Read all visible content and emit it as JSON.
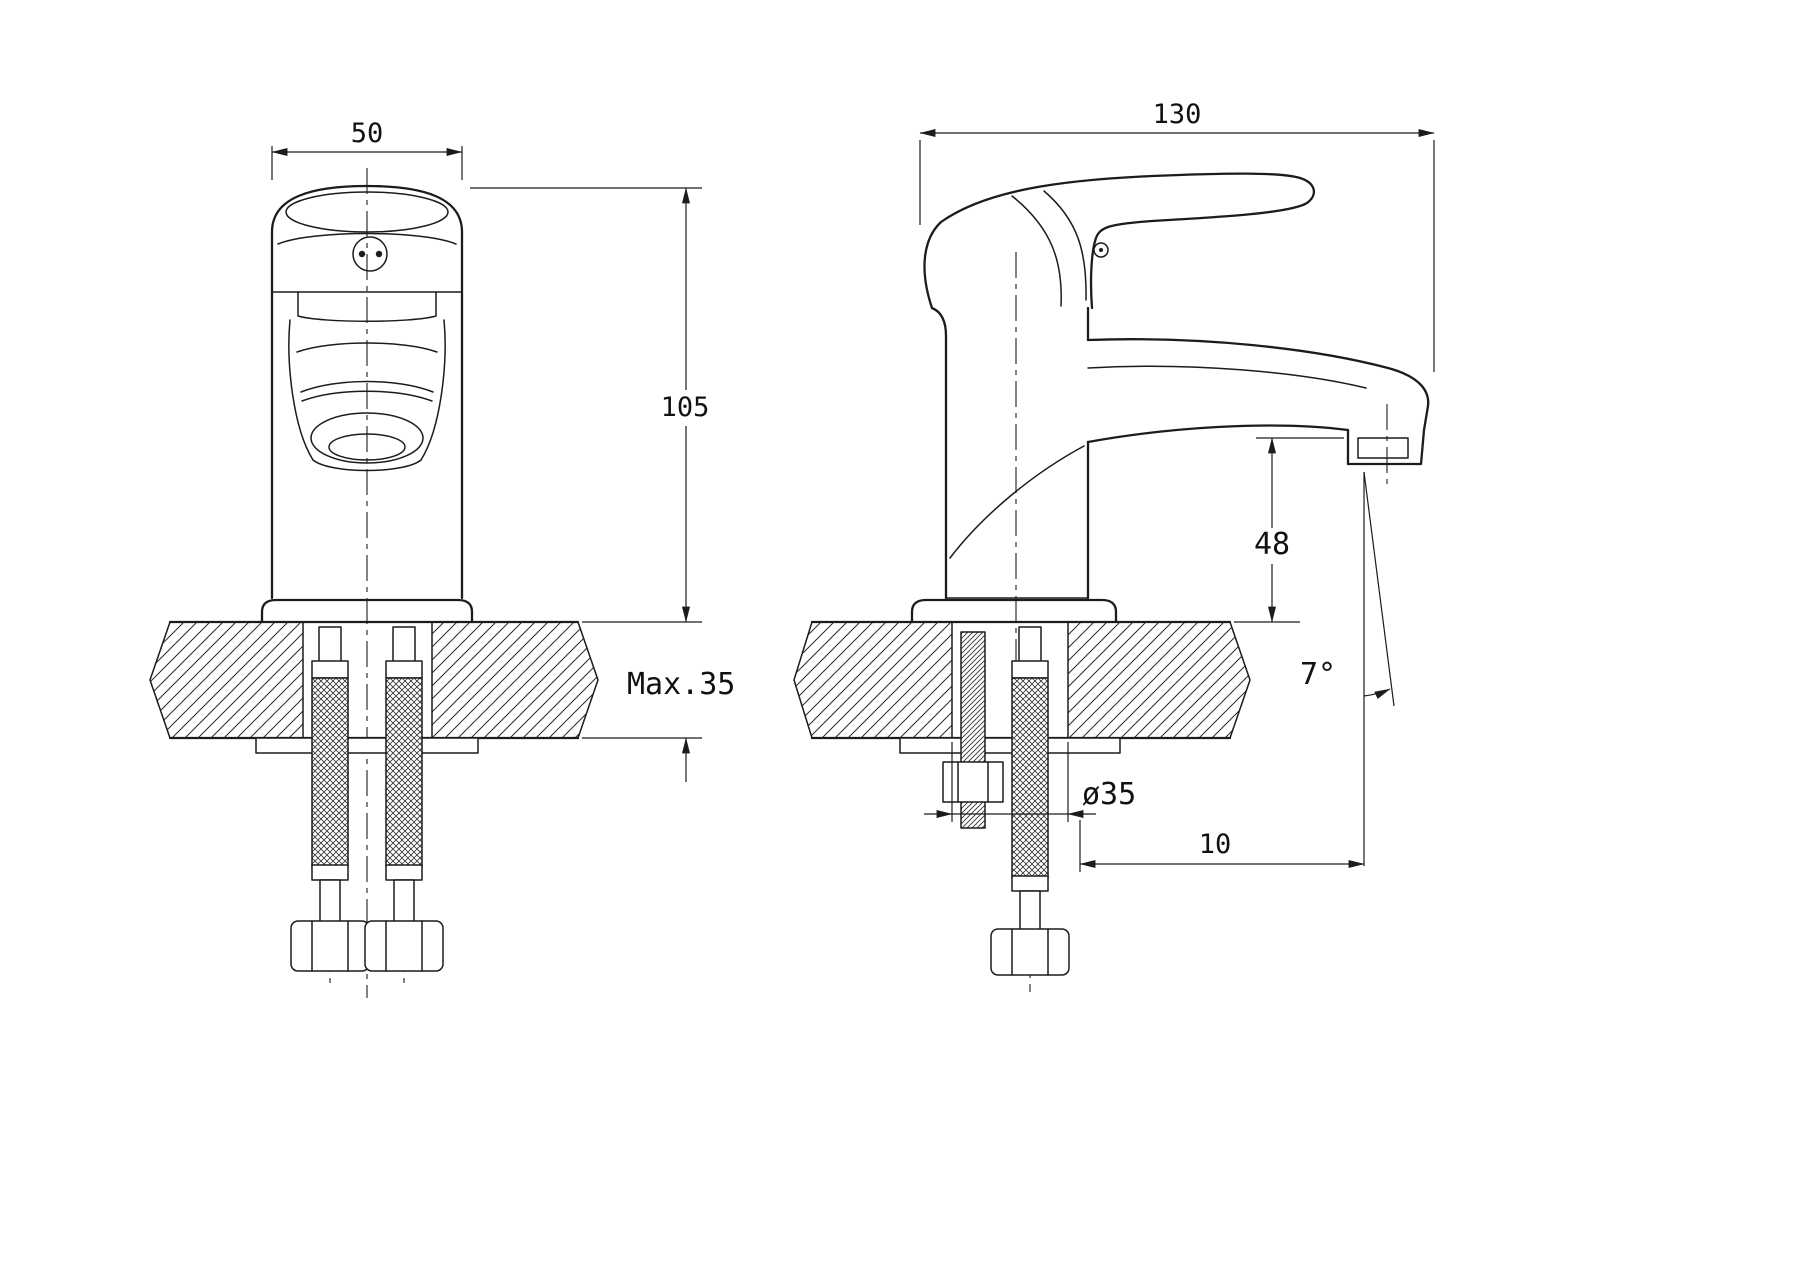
{
  "drawing": {
    "background": "#ffffff",
    "line_color": "#1c1c1c",
    "dimensions": {
      "front_width": "50",
      "front_height": "105",
      "counter_thickness": "Max.35",
      "side_length": "130",
      "spout_to_counter": "48",
      "spout_angle": "7°",
      "hole_diameter": "ø35",
      "tail_offset": "10"
    }
  }
}
